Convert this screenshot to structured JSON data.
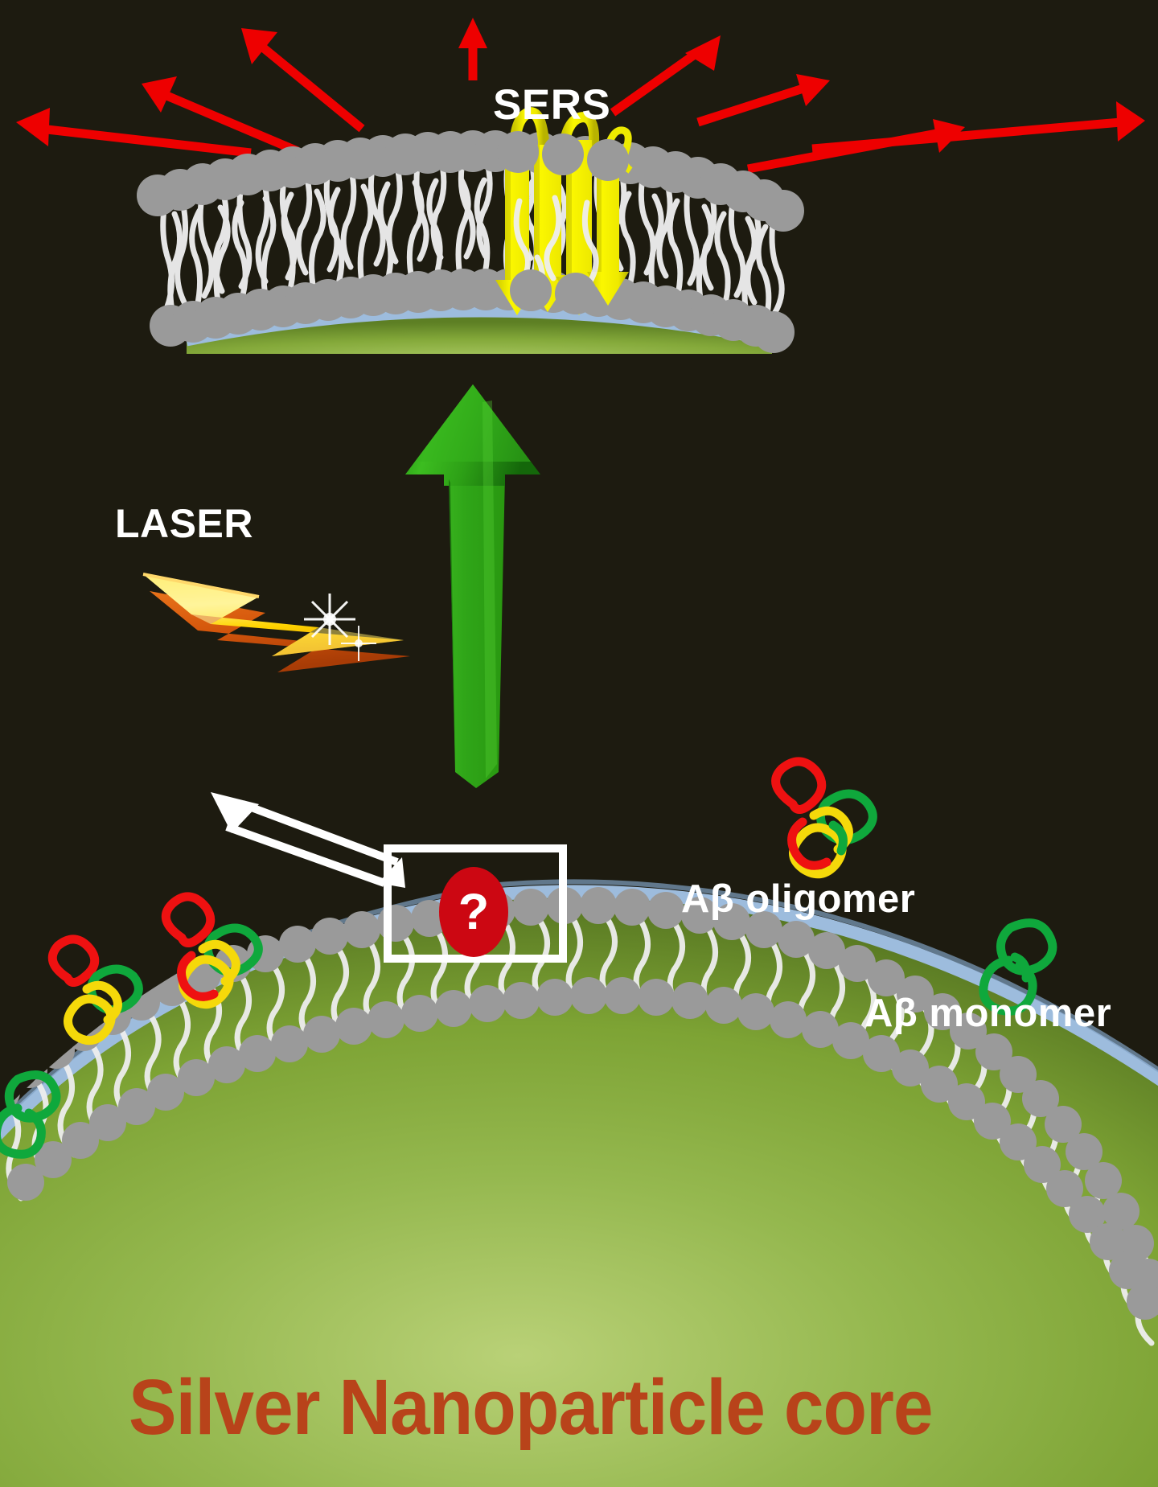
{
  "figure": {
    "type": "scientific-schematic",
    "background_color": "#1d1b10",
    "description": "Schematic of a lipid-bilayer-coated silver nanoparticle used for SERS detection of amyloid-beta peptide"
  },
  "labels": {
    "sers": "SERS",
    "laser": "LASER",
    "ab_oligomer": "Aβ oligomer",
    "ab_monomer": "Aβ monomer",
    "nanoparticle_core": "Silver Nanoparticle core",
    "question_mark": "?"
  },
  "colors": {
    "background": "#1d1b10",
    "sers_arrows": "#ee0000",
    "laser_bolt_highlight": "#ffe85a",
    "laser_bolt_shadow": "#c85a12",
    "green_arrow": "#2aa014",
    "green_arrow_light": "#49c92a",
    "beta_sheet": "#f2ee00",
    "lipid_head": "#9a9a9a",
    "lipid_tail": "#f0f0f0",
    "nanoparticle_green": "#7da334",
    "nanoparticle_rim_blue": "#9dbcdd",
    "question_badge": "#cc0712",
    "core_text": "#b8431a",
    "oligomer_red": "#ee1111",
    "oligomer_yellow": "#f5d90a",
    "oligomer_green": "#0fa83c",
    "monomer_green": "#0fa83c",
    "white": "#ffffff"
  },
  "elements": {
    "sers_arrow_count": 8,
    "top_membrane": {
      "name": "planar-lipid-bilayer",
      "head_count_top": 26
    },
    "beta_sheet": {
      "name": "amyloid-beta-sheet-pore",
      "strand_count": 4
    },
    "green_arrow": {
      "name": "upward-green-arrow",
      "direction": "up"
    },
    "laser_bolt": {
      "name": "lightning-bolt"
    },
    "white_double_arrow": {
      "name": "bidirectional-arrow"
    },
    "zoom_rectangle": {
      "name": "zoom-callout-rectangle"
    },
    "oligomer_glyphs": 2,
    "monomer_glyphs": 2,
    "nanoparticle": {
      "name": "silver-nanoparticle-sphere"
    }
  }
}
